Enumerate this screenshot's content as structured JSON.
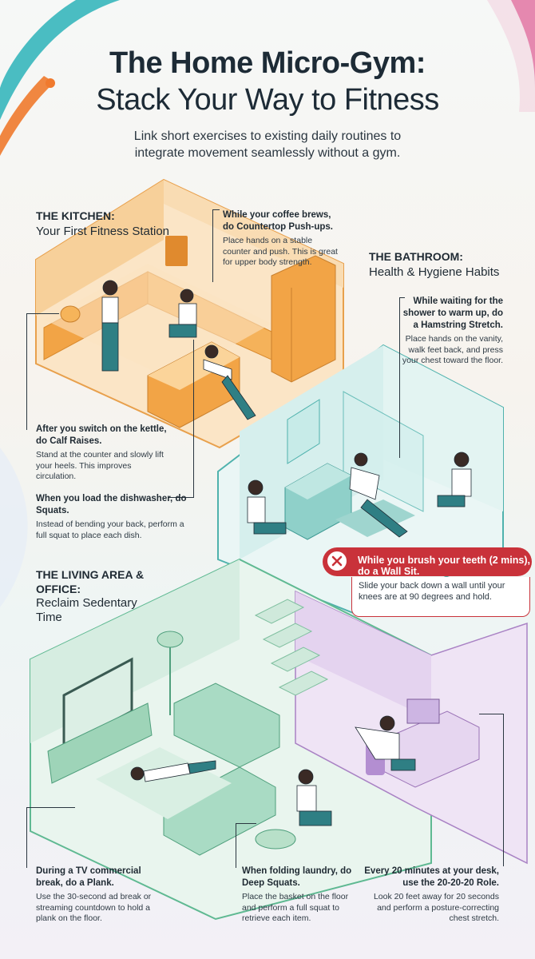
{
  "header": {
    "title_line1": "The Home Micro-Gym:",
    "title_line2": "Stack Your Way to Fitness",
    "subtitle": "Link short exercises to existing daily routines to integrate movement seamlessly without a gym."
  },
  "colors": {
    "kitchen": "#f4a64a",
    "bathroom": "#9fd5d1",
    "living": "#a9dbc4",
    "office": "#c9a8dc",
    "alert": "#c9323a",
    "text": "#1f2a33"
  },
  "sections": {
    "kitchen": {
      "title": "THE KITCHEN:",
      "subtitle": "Your First Fitness Station"
    },
    "bathroom": {
      "title": "THE BATHROOM:",
      "subtitle": "Health & Hygiene Habits"
    },
    "living": {
      "title": "THE LIVING AREA & OFFICE:",
      "subtitle": "Reclaim Sedentary Time"
    }
  },
  "tips": {
    "pushups": {
      "heading": "While your coffee brews, do Countertop Push-ups.",
      "body": "Place hands on a stable counter and push. This is great for upper body strength."
    },
    "calf": {
      "heading": "After you switch on the kettle, do Calf Raises.",
      "body": "Stand at the counter and slowly lift your heels. This improves circulation."
    },
    "squats": {
      "heading": "When you load the dishwasher, do Squats.",
      "body": "Instead of bending your back, perform a full squat to place each dish."
    },
    "hamstring": {
      "heading": "While waiting for the shower to warm up, do a Hamstring Stretch.",
      "body": "Place hands on the vanity, walk feet back, and press your chest toward the floor."
    },
    "wallsit": {
      "heading": "While you brush your teeth (2 mins), do a Wall Sit.",
      "body": "Slide your back down a wall until your knees are at 90 degrees and hold.",
      "icon": "close-x-icon"
    },
    "plank": {
      "heading": "During a TV commercial break, do a Plank.",
      "body": "Use the 30-second ad break or streaming countdown to hold a plank on the floor."
    },
    "deepsquats": {
      "heading": "When folding laundry, do Deep Squats.",
      "body": "Place the basket on the floor and perform a full squat to retrieve each item."
    },
    "rule": {
      "heading": "Every 20 minutes at your desk, use the 20-20-20 Role.",
      "body": "Look 20 feet away for 20 seconds and perform a posture-correcting chest stretch."
    }
  }
}
